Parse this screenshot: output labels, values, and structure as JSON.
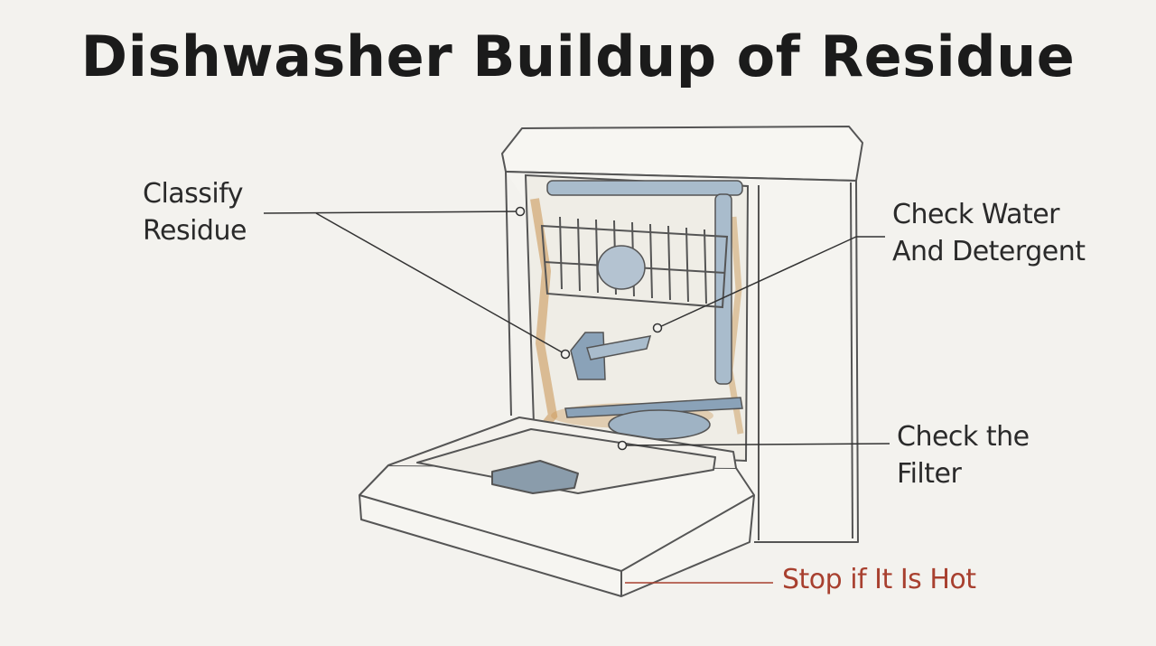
{
  "title": "Dishwasher Buildup of Residue",
  "labels": {
    "classify": {
      "line1": "Classify",
      "line2": "Residue"
    },
    "water": {
      "line1": "Check Water",
      "line2": "And Detergent"
    },
    "filter": {
      "line1": "Check the",
      "line2": "Filter"
    },
    "hot": {
      "text": "Stop if It Is Hot"
    }
  },
  "colors": {
    "background": "#f3f2ee",
    "outline": "#555555",
    "residue": "#c8924e",
    "metal_blue": "#8aa2b8",
    "warning": "#a8402f"
  }
}
